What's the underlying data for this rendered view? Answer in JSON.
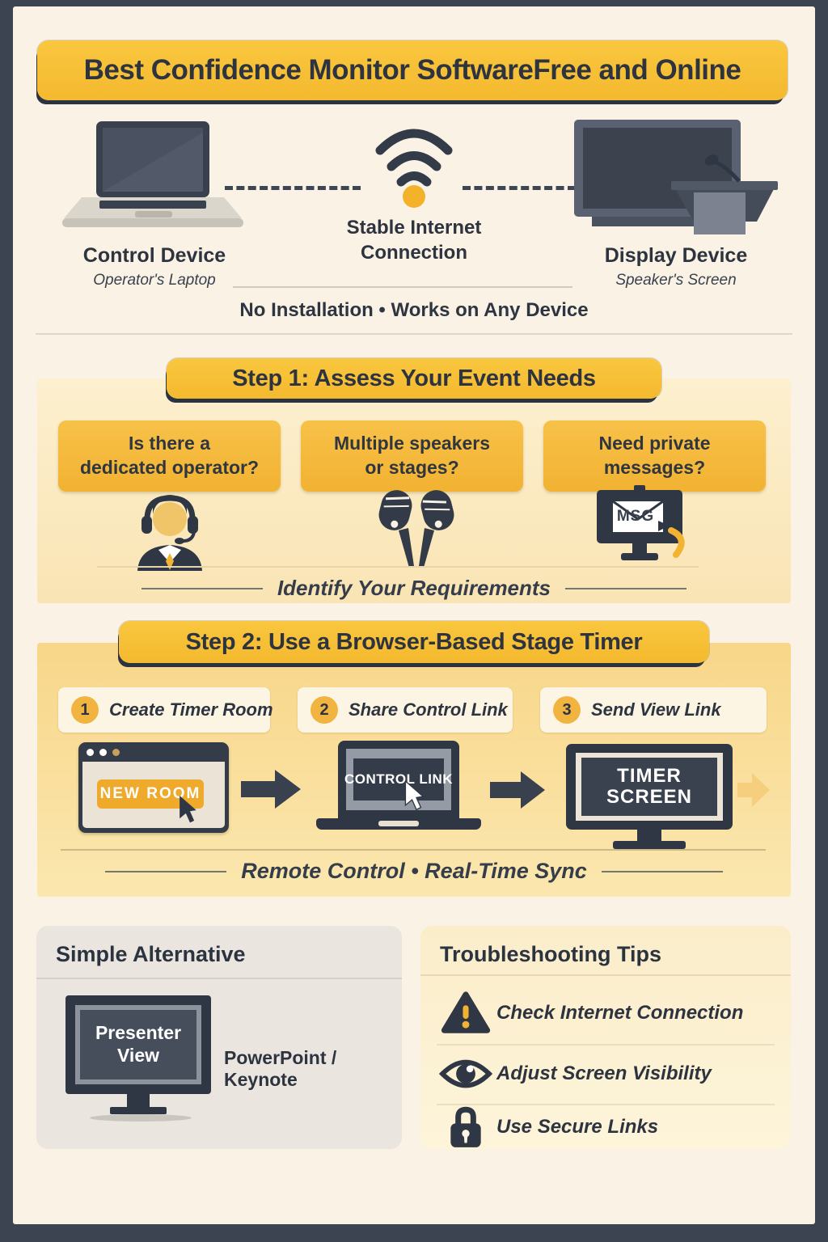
{
  "title": {
    "main": "Best Confidence Monitor Software ",
    "emphasis": "Free and Online"
  },
  "top": {
    "control": {
      "label": "Control Device",
      "sublabel": "Operator's Laptop"
    },
    "connection": {
      "lines": [
        "Stable Internet",
        "Connection"
      ]
    },
    "display": {
      "label": "Display Device",
      "sublabel": "Speaker's Screen"
    },
    "tagline": "No Installation • Works on Any Device"
  },
  "step1": {
    "title": "Step 1: Assess Your Event Needs",
    "questions": [
      {
        "icon": "operator-headset-icon",
        "lines": [
          "Is there a",
          "dedicated operator?"
        ]
      },
      {
        "icon": "microphones-icon",
        "lines": [
          "Multiple speakers",
          "or stages?"
        ]
      },
      {
        "icon": "message-monitor-icon",
        "lines": [
          "Need private",
          "messages?"
        ]
      }
    ],
    "msg_label": "MSG",
    "footer": "Identify Your Requirements"
  },
  "step2": {
    "title": "Step 2: Use a Browser-Based Stage Timer",
    "items": [
      {
        "number": "1",
        "label": "Create Timer Room"
      },
      {
        "number": "2",
        "label": "Share Control Link"
      },
      {
        "number": "3",
        "label": "Send View Link"
      }
    ],
    "browser_button": "NEW ROOM",
    "laptop_label": "CONTROL LINK",
    "monitor_lines": [
      "TIMER",
      "SCREEN"
    ],
    "footer": "Remote Control • Real-Time Sync"
  },
  "alternative": {
    "title": "Simple Alternative",
    "screen_lines": [
      "Presenter",
      "View"
    ],
    "caption": "PowerPoint / Keynote"
  },
  "troubleshooting": {
    "title": "Troubleshooting Tips",
    "tips": [
      {
        "icon": "warning-icon",
        "text": "Check Internet Connection"
      },
      {
        "icon": "eye-icon",
        "text": "Adjust Screen Visibility"
      },
      {
        "icon": "lock-icon",
        "text": "Use Secure Links"
      }
    ]
  },
  "colors": {
    "frame": "#3c4351",
    "background": "#faf2e5",
    "accent_yellow": "#f4b92f",
    "dark": "#2d3440",
    "step1_bg": "#fbe9bd",
    "step2_bg": "#f9dc95"
  }
}
